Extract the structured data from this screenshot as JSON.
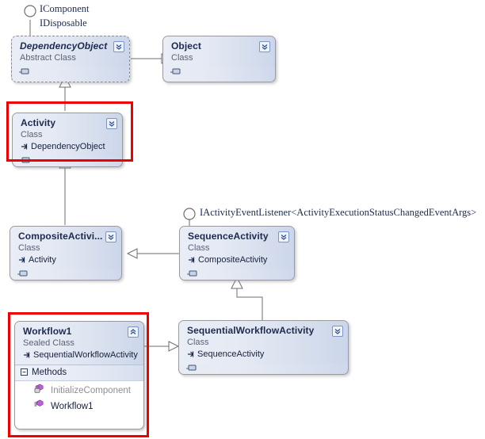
{
  "diagram": {
    "type": "uml-class-diagram",
    "background": "#ffffff",
    "highlight_color": "#ee0000"
  },
  "interfaces": [
    {
      "name": "icomponent",
      "label": "IComponent"
    },
    {
      "name": "idisposable",
      "label": "IDisposable"
    },
    {
      "name": "iactivityeventlistener",
      "label": "IActivityEventListener<ActivityExecutionStatusChangedEventArgs>"
    }
  ],
  "nodes": {
    "dependency_object": {
      "title": "DependencyObject",
      "kind": "Abstract Class",
      "base": "",
      "expander_icon": "chevron-down-icon",
      "port_icon": "port-icon"
    },
    "object": {
      "title": "Object",
      "kind": "Class",
      "base": "",
      "expander_icon": "chevron-down-icon",
      "port_icon": "port-icon"
    },
    "activity": {
      "title": "Activity",
      "kind": "Class",
      "base": "DependencyObject",
      "expander_icon": "chevron-down-icon",
      "port_icon": "port-icon"
    },
    "composite_activity": {
      "title": "CompositeActivi...",
      "kind": "Class",
      "base": "Activity",
      "expander_icon": "chevron-down-icon",
      "port_icon": "port-icon"
    },
    "sequence_activity": {
      "title": "SequenceActivity",
      "kind": "Class",
      "base": "CompositeActivity",
      "expander_icon": "chevron-down-icon",
      "port_icon": "port-icon"
    },
    "sequential_workflow_activity": {
      "title": "SequentialWorkflowActivity",
      "kind": "Class",
      "base": "SequenceActivity",
      "expander_icon": "chevron-down-icon",
      "port_icon": "port-icon"
    },
    "workflow1": {
      "title": "Workflow1",
      "kind": "Sealed Class",
      "base": "SequentialWorkflowActivity",
      "expander_icon": "chevron-up-icon",
      "compartment": {
        "label": "Methods",
        "toggle_icon": "minus-box-icon",
        "members": [
          {
            "name": "InitializeComponent",
            "icon": "method-private-icon",
            "visibility": "private"
          },
          {
            "name": "Workflow1",
            "icon": "method-icon",
            "visibility": "public"
          }
        ]
      }
    }
  }
}
